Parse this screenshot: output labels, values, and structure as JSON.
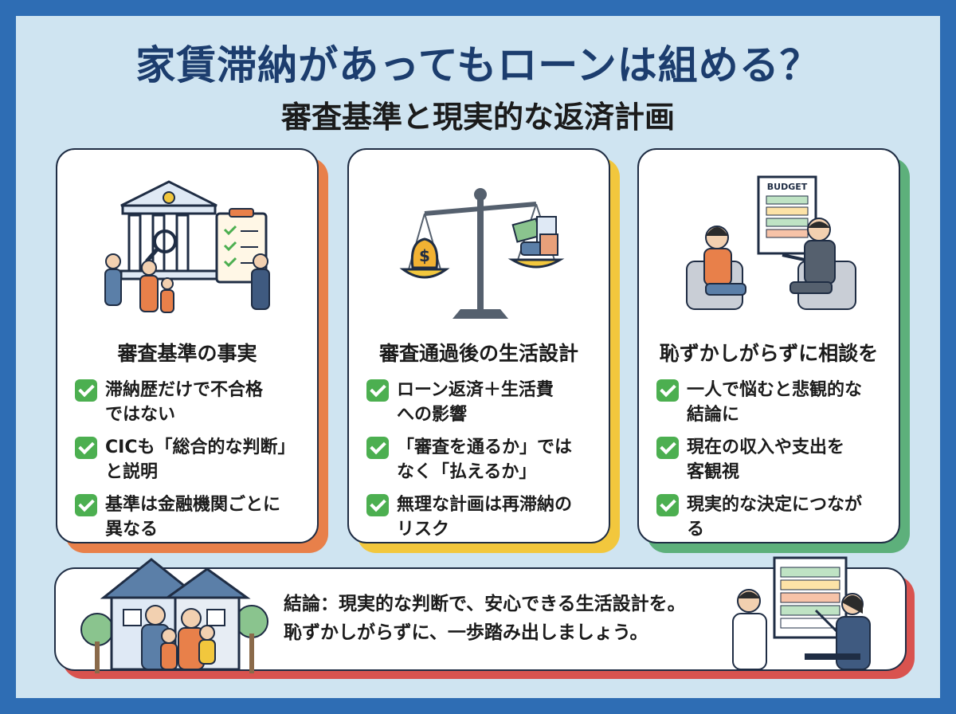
{
  "title": "家賃滞納があってもローンは組める？",
  "subtitle": "審査基準と現実的な返済計画",
  "colors": {
    "frame": "#2e6db4",
    "background": "#cfe4f1",
    "title": "#1c3d6e",
    "check": "#4caf50",
    "card1_accent": "#e8804a",
    "card2_accent": "#f2c73d",
    "card3_accent": "#5db07b",
    "bottom_accent": "#d9534f"
  },
  "cards": [
    {
      "icon": "bank-checklist-icon",
      "heading": "審査基準の事実",
      "items": [
        "滞納歴だけで不合格\nではない",
        "CICも「総合的な判断」\nと説明",
        "基準は金融機関ごとに\n異なる"
      ]
    },
    {
      "icon": "balance-scale-icon",
      "heading": "審査通過後の生活設計",
      "items": [
        "ローン返済＋生活費\nへの影響",
        "「審査を通るか」では\nなく「払えるか」",
        "無理な計画は再滞納の\nリスク"
      ]
    },
    {
      "icon": "consultation-icon",
      "heading": "恥ずかしがらずに相談を",
      "items": [
        "一人で悩むと悲観的な\n結論に",
        "現在の収入や支出を\n客観視",
        "現実的な決定につなが\nる"
      ]
    }
  ],
  "budget_label": "BUDGET",
  "money_symbol": "$",
  "conclusion_lines": [
    "結論：現実的な判断で、安心できる生活設計を。",
    "恥ずかしがらずに、一歩踏み出しましょう。"
  ]
}
